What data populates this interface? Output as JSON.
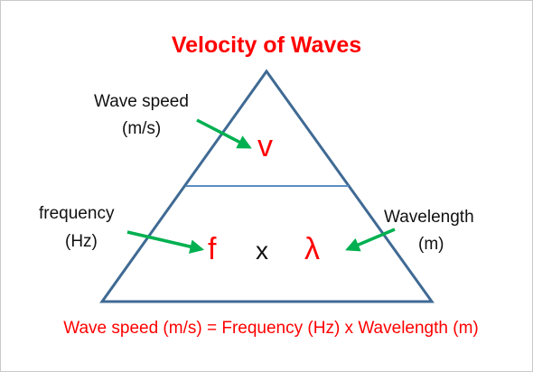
{
  "title": "Velocity of Waves",
  "colors": {
    "accent_red": "#ff0000",
    "triangle_stroke": "#3f6a94",
    "divider_stroke": "#5b8dc4",
    "arrow_green": "#00b050",
    "text": "#111111"
  },
  "labels": {
    "wave_speed": "Wave speed",
    "wave_speed_unit": "(m/s)",
    "frequency": "frequency",
    "frequency_unit": "(Hz)",
    "wavelength": "Wavelength",
    "wavelength_unit": "(m)"
  },
  "symbols": {
    "velocity": "v",
    "frequency": "f",
    "times": "x",
    "wavelength": "λ"
  },
  "formula": "Wave speed (m/s) = Frequency (Hz) x Wavelength (m)"
}
